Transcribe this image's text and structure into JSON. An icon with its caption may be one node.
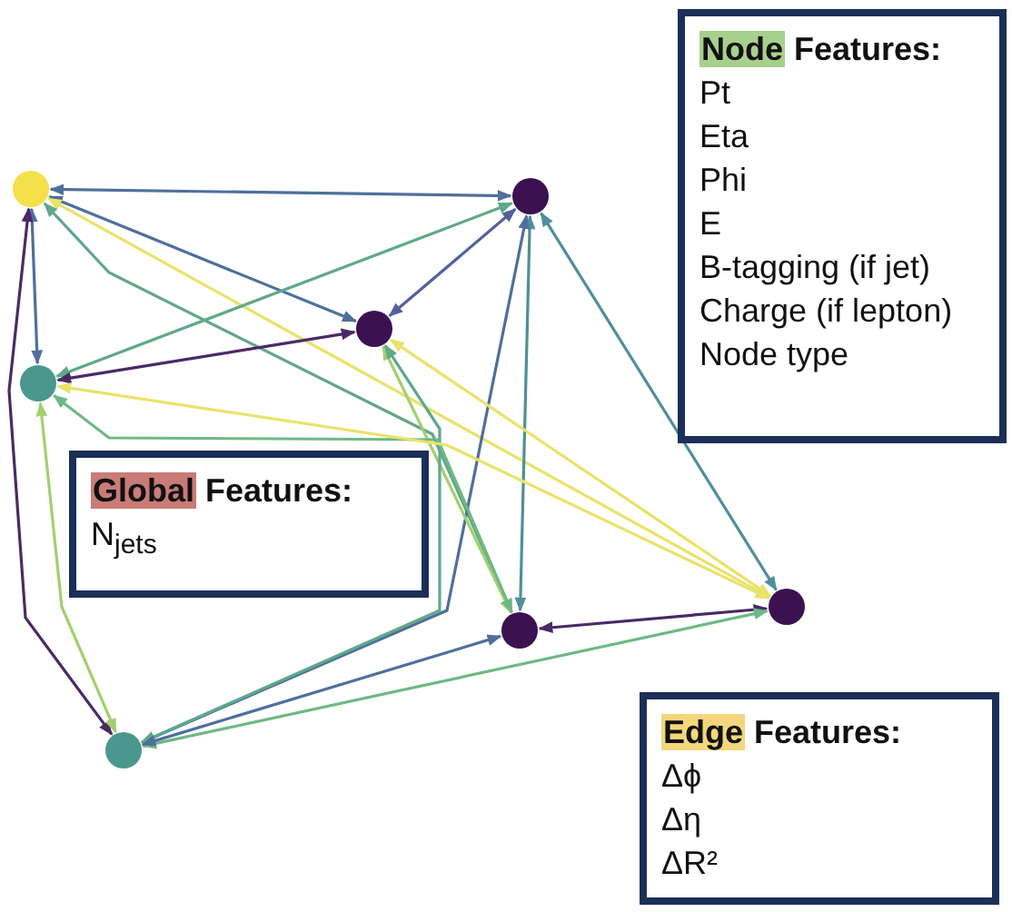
{
  "diagram": {
    "nodes": [
      {
        "text": [
          "Node Features:",
          "Pt",
          "Eta",
          "Phi",
          "E",
          "B-tagging (if jet)",
          "Charge (if lepton)",
          "Node type"
        ]
      },
      {
        "text": [],
        "shape": "circle"
      },
      {
        "text": [],
        "shape": "circle"
      },
      {
        "text": [],
        "shape": "circle"
      },
      {
        "text": [],
        "shape": "circle"
      },
      {
        "text": [
          "Global Features:",
          "N$_{jets}$"
        ]
      },
      {
        "text": [],
        "shape": "circle"
      },
      {
        "text": [],
        "shape": "circle"
      },
      {
        "text": [],
        "shape": "circle"
      },
      {
        "text": [
          "Edge Features:",
          "Δϕ",
          "Δη",
          "ΔR²"
        ]
      }
    ],
    "edges": [
      {
        "from": 1,
        "to": 2,
        "arrow": "both",
        "color": "#4f6f9c"
      },
      {
        "from": 1,
        "to": 4,
        "arrow": "both",
        "color": "#4f6f9c"
      },
      {
        "from": 1,
        "to": 3,
        "arrow": "both",
        "color": "#4f6f9c"
      },
      {
        "from": 1,
        "to": 6,
        "arrow": "both",
        "color": "#e8e36a"
      },
      {
        "from": 1,
        "to": 7,
        "arrow": "both",
        "color": "#5fa88a"
      },
      {
        "from": 1,
        "to": 8,
        "arrow": "both",
        "color": "#4a2a66"
      },
      {
        "from": 2,
        "to": 3,
        "arrow": "both",
        "color": "#55609a"
      },
      {
        "from": 2,
        "to": 4,
        "arrow": "both",
        "color": "#5fa88a"
      },
      {
        "from": 2,
        "to": 7,
        "arrow": "both",
        "color": "#4f8f9a"
      },
      {
        "from": 2,
        "to": 6,
        "arrow": "both",
        "color": "#4f8f9a"
      },
      {
        "from": 2,
        "to": 8,
        "arrow": "both",
        "color": "#4f6f9c"
      },
      {
        "from": 3,
        "to": 4,
        "arrow": "both",
        "color": "#4a2a66"
      },
      {
        "from": 3,
        "to": 7,
        "arrow": "both",
        "color": "#a4cf6e"
      },
      {
        "from": 3,
        "to": 6,
        "arrow": "both",
        "color": "#e8e36a"
      },
      {
        "from": 3,
        "to": 8,
        "arrow": "both",
        "color": "#5fa88a"
      },
      {
        "from": 4,
        "to": 7,
        "arrow": "both",
        "color": "#6fb884"
      },
      {
        "from": 4,
        "to": 6,
        "arrow": "both",
        "color": "#e8e36a"
      },
      {
        "from": 4,
        "to": 8,
        "arrow": "both",
        "color": "#a4cf6e"
      },
      {
        "from": 6,
        "to": 7,
        "arrow": "both",
        "color": "#4a2a66"
      },
      {
        "from": 6,
        "to": 8,
        "arrow": "both",
        "color": "#6fb884"
      },
      {
        "from": 7,
        "to": 8,
        "arrow": "both",
        "color": "#4f6f9c"
      }
    ]
  }
}
